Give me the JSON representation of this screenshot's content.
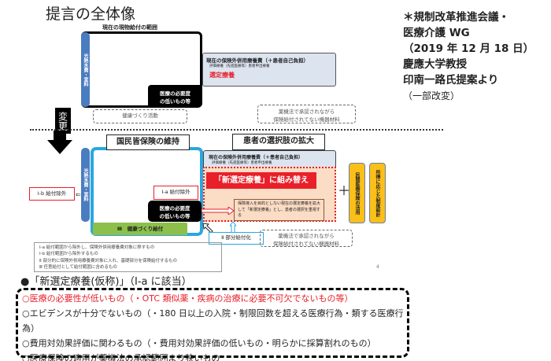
{
  "title": "提言の全体像",
  "note": {
    "lines": [
      "＊規制改革推進会議・",
      "医療介護 WG",
      "（2019 年 12 月 18 日）",
      "慶應大学教授",
      "印南一路氏提案より"
    ],
    "sub": "（一部改変）"
  },
  "before": {
    "range_label": "現在の現物給付の範囲",
    "hotel_cost": "光熱水費・室料",
    "low_need": [
      "医療の必要度",
      "の低いもの等"
    ],
    "mixed_title": "現在の保険外併用療養費（＋患者自己負担）",
    "mixed_sub": "評価療養（先進医療等）患者申出療養",
    "selected": "選定療養",
    "health": "健康づくり活動",
    "devices": [
      "薬機法で承認されながら",
      "保険給付されてない機器材料"
    ]
  },
  "change_label": "変更",
  "after": {
    "maintain": "国民皆保険の維持",
    "expand": "患者の選択肢の拡大",
    "hotel_cost": "光熱水費・室料",
    "ib": "Ⅰ-b 給付除外",
    "ia": "Ⅰ-a 給付除外",
    "low_need": [
      "医療の必要度",
      "の低いもの等"
    ],
    "health": "Ⅲ　健康づくり給付",
    "mixed_title": "現在の保険外併用療養費（＋患者自己負担）",
    "mixed_sub": "評価療養（先進医療等）患者申出療養",
    "banner": "「新選定療養」に組み替え",
    "expand_note": "保険導入を目的としない現在の選定療養を拡大して「新選定療養」とし、患者の選択を重視する",
    "partial": "Ⅱ 部分給付化",
    "devices": [
      "薬機法で承認されながら",
      "保険給付されてない機器材料"
    ],
    "plus": "＋",
    "private": "民間医療保険の活用",
    "income": "所得に応じた制度設計",
    "legend": [
      "Ⅰ-a 給付範囲から除外し、保険外併用療養費対象に移すもの",
      "Ⅰ-b 給付範囲から除外するもの",
      "Ⅱ 部分的に保険外併用療養費対象に入れ、基礎部分を保険給付するもの",
      "Ⅲ 任意給付として給付範囲に含めるもの"
    ]
  },
  "page_number": "4",
  "bottom": {
    "heading": "●「新選定療養(仮称)」（Ⅰ-a に該当）",
    "items": [
      "○医療の必要性が低いもの（・OTC 類似薬・疾病の治療に必要不可欠でないもの等）",
      "○エビデンスが十分でないもの（・180 日以上の入院・制限回数を超える医療行為・類する医療行為）",
      "○費用対効果評価に関わるもの（・費用対効果評価の低いもの・明らかに採算割れのもの）",
      "○医療保険の適用が薬機法の承認範囲より狭いもの"
    ]
  },
  "colors": {
    "red": "#e8202a",
    "blue": "#4a7cc0",
    "cyan": "#29a8e0",
    "green": "#8cc04b",
    "yellow": "#fbbf1a",
    "peach": "#fbdcc4",
    "lightblue": "#dce4f0"
  }
}
